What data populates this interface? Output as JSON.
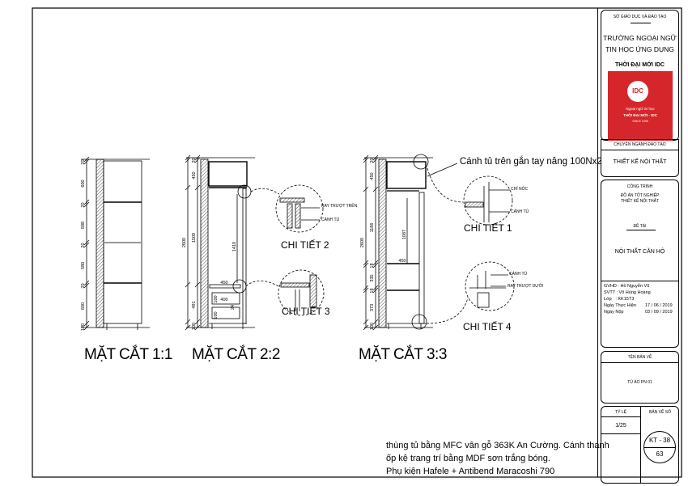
{
  "sections": [
    {
      "label": "MẶT CẮT 1:1",
      "dims": [
        "20",
        "600",
        "20",
        "588",
        "20",
        "580",
        "20",
        "600",
        "100"
      ]
    },
    {
      "label": "MẶT CẮT 2:2",
      "total": "2600",
      "dims": [
        "20",
        "450",
        "1509",
        "491",
        "100"
      ],
      "inner": [
        "1410",
        "450",
        "400",
        "100",
        "100",
        "24"
      ]
    },
    {
      "label": "MẶT CẮT 3:3",
      "total": "2600",
      "dims": [
        "20",
        "450",
        "1186",
        "18",
        "335",
        "18",
        "373",
        "100"
      ],
      "inner": [
        "1087",
        "450"
      ]
    }
  ],
  "details": [
    {
      "label": "CHI TIẾT 1",
      "callouts": [
        "CHỈ NÓC",
        "CÁNH TỦ"
      ]
    },
    {
      "label": "CHI TIẾT 2",
      "callouts": [
        "RAY TRƯỢT TRÊN",
        "CÁNH TỦ"
      ]
    },
    {
      "label": "CHI TIẾT 3",
      "callouts": []
    },
    {
      "label": "CHI TIẾT 4",
      "callouts": [
        "CÁNH TỦ",
        "RAY TRƯỢT DƯỚI"
      ]
    }
  ],
  "annotation": "Cánh tủ trên gắn tay nâng 100Nx2",
  "notes": [
    "thùng tủ bằng MFC vân gỗ 363K An Cường. Cánh thanh",
    "ốp kệ trang trí bằng MDF sơn trắng bóng.",
    "Phụ kiện Hafele + Antibend Maracoshi 790"
  ],
  "title_block": {
    "department": "SỞ GIÁO DỤC VÀ ĐÀO TẠO",
    "school_line1": "TRƯỜNG NGOẠI NGỮ",
    "school_line2": "TIN HỌC ỨNG DỤNG",
    "school_name": "THỜI ĐẠI MỚI IDC",
    "logo": {
      "mark": "IDC",
      "line1": "Ngoại ngữ tin học",
      "line2": "THỜI ĐẠI MỚI - IDC",
      "line3": "SINCE 1996",
      "color": "#d4262b"
    },
    "major_heading": "CHUYÊN NGÀNH ĐÀO TẠO",
    "major": "THIẾT KẾ NỘI THẤT",
    "project_heading": "CÔNG TRÌNH",
    "project_line1": "ĐỒ ÁN TỐT NGHIỆP",
    "project_line2": "THIẾT KẾ NỘI THẤT",
    "topic_heading": "ĐỀ TÀI",
    "topic": "NỘI THẤT CĂN HỘ",
    "info": [
      {
        "key": "GVHD",
        "value": ": Hồ Nguyễn Vũ"
      },
      {
        "key": "SVTT",
        "value": ": Võ Hùng Hoàng"
      },
      {
        "key": "Lớp",
        "value": ": KK15T3"
      },
      {
        "key": "Ngày Thực Hiện",
        "value": "17 / 06 / 2019"
      },
      {
        "key": "Ngày Nộp",
        "value": "03 / 09 / 2019"
      }
    ],
    "drawing_name_heading": "TÊN BẢN VẼ",
    "drawing_name": "TỦ ÁO PN 01",
    "scale_heading": "TỶ LỆ",
    "scale": "1/25",
    "sheet_heading": "BẢN VẼ SỐ",
    "sheet_code": "KT - 38",
    "sheet_number": "63"
  }
}
